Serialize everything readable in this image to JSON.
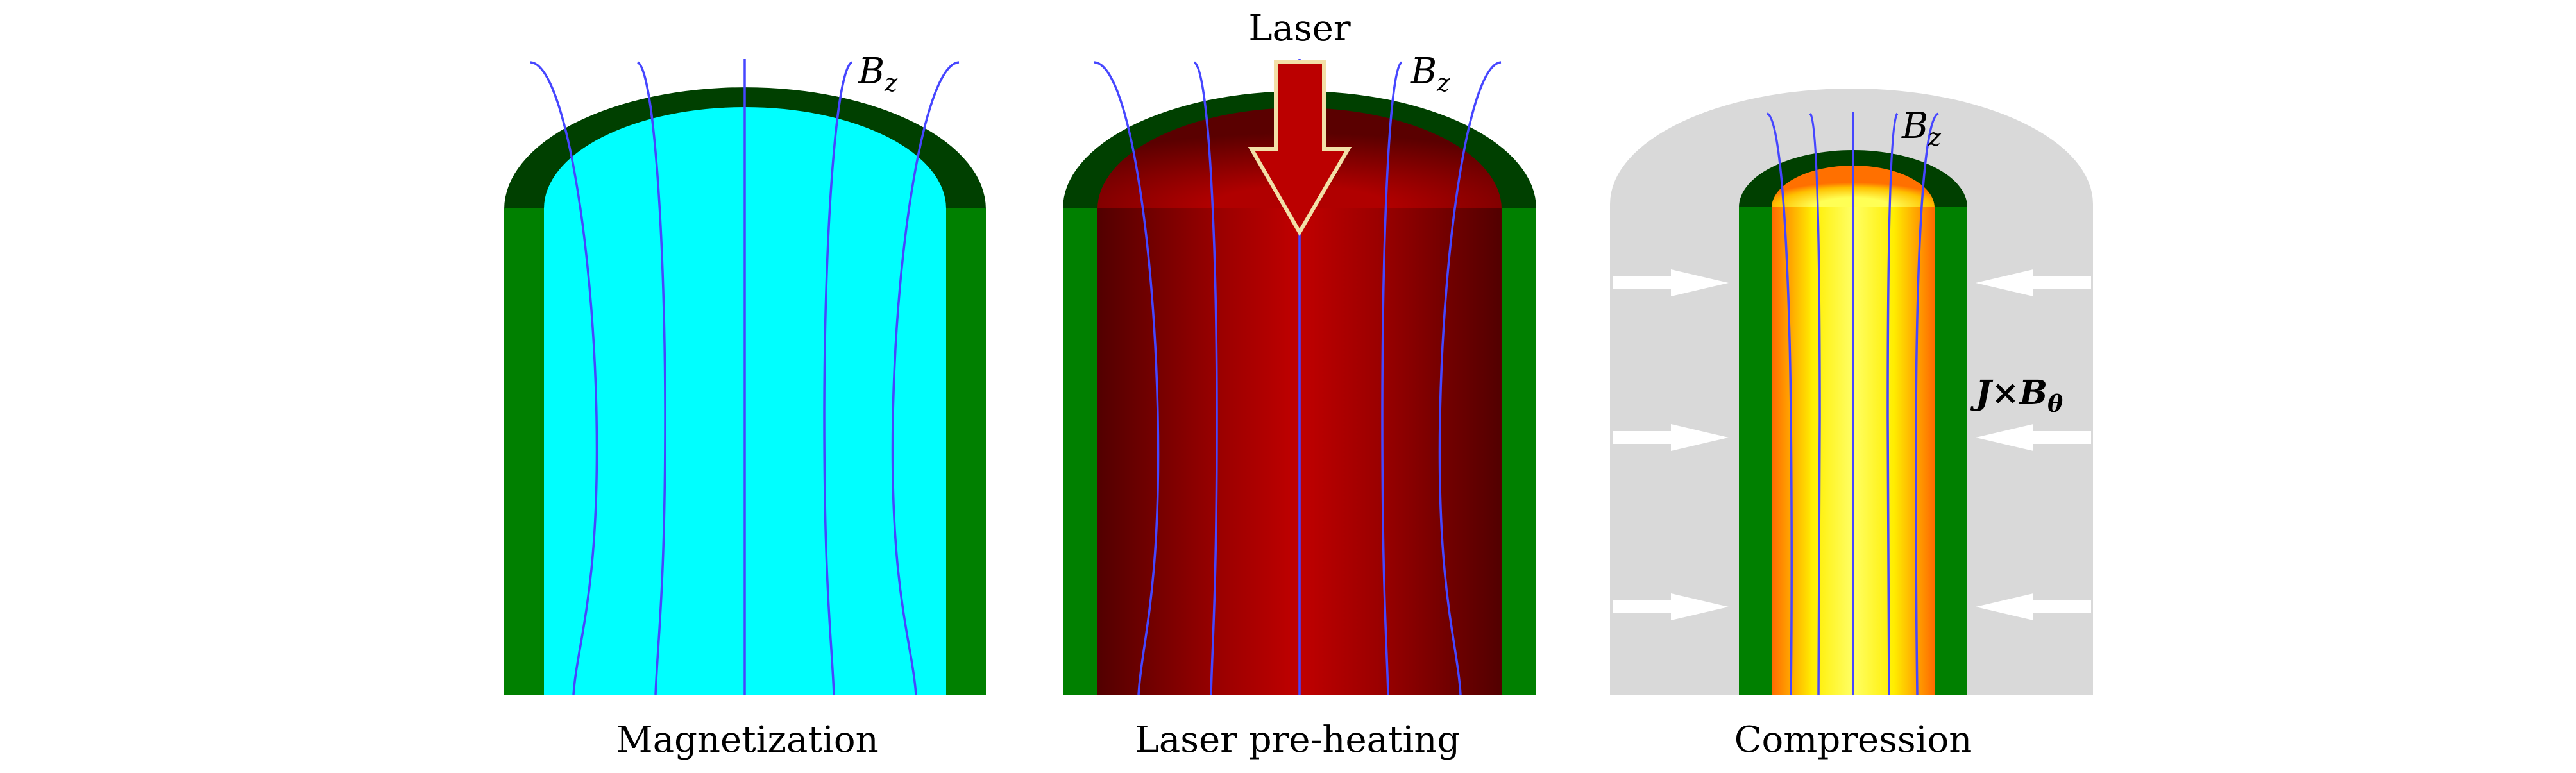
{
  "panels": [
    {
      "caption": "Magnetization",
      "field_label": "B",
      "field_sub": "z"
    },
    {
      "caption": "Laser pre-heating",
      "field_label": "B",
      "field_sub": "z",
      "beam_label": "Laser"
    },
    {
      "caption": "Compression",
      "field_label": "B",
      "field_sub": "z",
      "force_label": "J×B",
      "force_sub": "θ"
    }
  ],
  "colors": {
    "liner_dome": "#004000",
    "liner_wall": "#008000",
    "fuel_cold": "#00ffff",
    "fuel_heated": "#c00000",
    "fuel_hot": "#ffff00",
    "field_line": "#4646ff",
    "drive_region": "#d9d9d9",
    "laser_outline": "#f2e0a8"
  }
}
